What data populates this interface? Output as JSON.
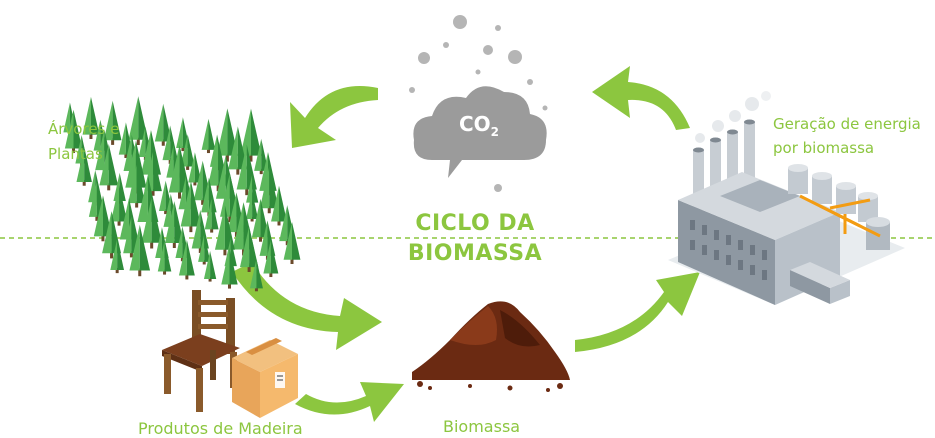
{
  "title": {
    "line1": "CICLO DA",
    "line2": "BIOMASSA"
  },
  "labels": {
    "trees_line1": "Árvores e",
    "trees_line2": "Plantas",
    "energy_line1": "Geração de energia",
    "energy_line2": "por biomassa",
    "wood_products": "Produtos de Madeira",
    "biomass": "Biomassa"
  },
  "cloud": {
    "formula": "CO",
    "subscript": "2"
  },
  "colors": {
    "accent_green": "#8cc63f",
    "tree_dark": "#2e8b3a",
    "tree_light": "#5cb85c",
    "cloud_gray": "#9b9b9b",
    "soil_brown": "#6b2a12",
    "factory_gray": "#9aa3ad",
    "orange": "#f39c12"
  }
}
